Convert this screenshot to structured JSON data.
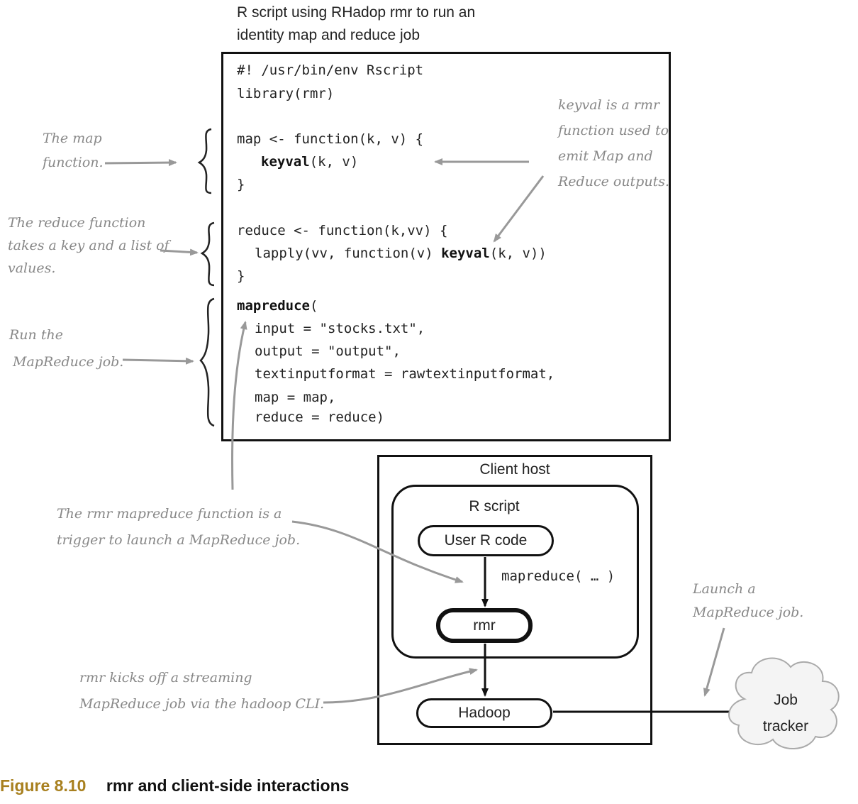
{
  "header": {
    "line1": "R script using RHadop rmr to run an",
    "line2": "identity map and reduce job"
  },
  "code": {
    "line1": "#! /usr/bin/env Rscript",
    "line2": "library(rmr)",
    "map_l1": "map <- function(k, v) {",
    "map_l2_kw": "keyval",
    "map_l2_rest": "(k, v)",
    "map_l3": "}",
    "red_l1": "reduce <- function(k,vv) {",
    "red_l2_pre": "lapply(vv, function(v) ",
    "red_l2_kw": "keyval",
    "red_l2_rest": "(k, v))",
    "red_l3": "}",
    "mr_kw": "mapreduce",
    "mr_open": "(",
    "mr_input": "input = \"stocks.txt\",",
    "mr_output": "output = \"output\",",
    "mr_fmt": "textinputformat = rawtextinputformat,",
    "mr_map": "map = map,",
    "mr_reduce": "reduce = reduce)"
  },
  "annotations": {
    "map_fn": [
      "The map",
      "function."
    ],
    "reduce_fn": [
      "The reduce function",
      "takes a key and a list of",
      "values."
    ],
    "run_job": [
      "Run the",
      "MapReduce job."
    ],
    "keyval": [
      "keyval is a rmr",
      "function used to",
      "emit Map and",
      "Reduce outputs."
    ],
    "trigger": [
      "The rmr mapreduce function is a",
      "trigger to launch a MapReduce job."
    ],
    "kickoff": [
      "rmr kicks off a streaming",
      "MapReduce job via the hadoop CLI."
    ],
    "launch": [
      "Launch a",
      "MapReduce job."
    ]
  },
  "diagram": {
    "client_host": "Client host",
    "r_script": "R script",
    "user_r_code": "User R code",
    "mapreduce_call": "mapreduce( … )",
    "rmr": "rmr",
    "hadoop": "Hadoop",
    "job_tracker_l1": "Job",
    "job_tracker_l2": "tracker"
  },
  "caption": {
    "number": "Figure 8.10",
    "text": "rmr and client-side interactions"
  },
  "colors": {
    "annotation_gray": "#888888",
    "caption_gold": "#a8801f"
  }
}
